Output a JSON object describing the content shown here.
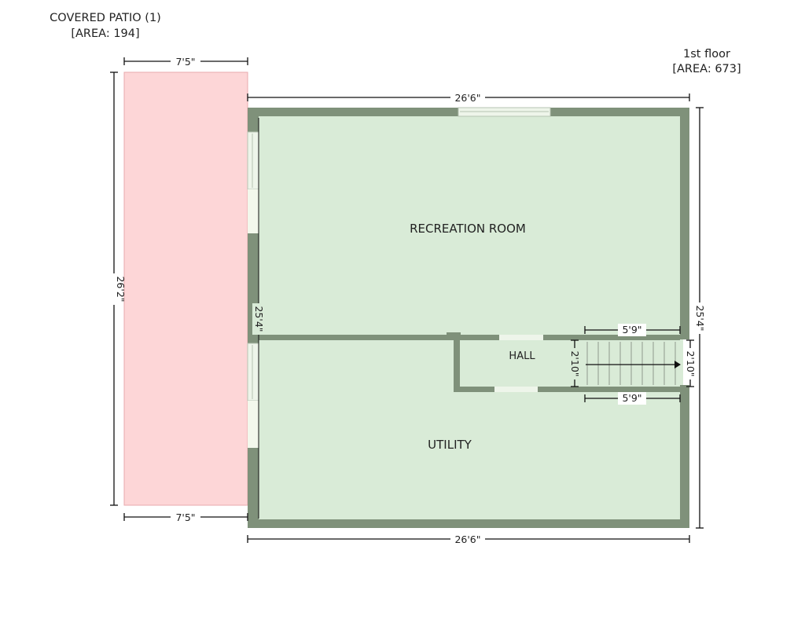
{
  "patio": {
    "title": "COVERED PATIO (1)",
    "area": "[AREA: 194]"
  },
  "floor": {
    "title": "1st floor",
    "area": "[AREA: 673]"
  },
  "rooms": {
    "recreation": "RECREATION ROOM",
    "utility": "UTILITY",
    "hall": "HALL"
  },
  "dimensions": {
    "patio_top_width": "7'5\"",
    "patio_bottom_width": "7'5\"",
    "patio_height": "26'2\"",
    "floor_top_width": "26'6\"",
    "floor_bottom_width": "26'6\"",
    "floor_left_height": "25'4\"",
    "floor_right_height": "25'4\"",
    "stair_top_width": "5'9\"",
    "stair_bottom_width": "5'9\"",
    "stair_left_height": "2'10\"",
    "stair_right_height": "2'10\""
  },
  "colors": {
    "patio_fill": "#fdd6d7",
    "patio_stroke": "#e8a9ad",
    "room_fill": "#d9ebd7",
    "wall": "#7f917a",
    "opening": "#eef5ea",
    "dimension_line": "#111111"
  }
}
